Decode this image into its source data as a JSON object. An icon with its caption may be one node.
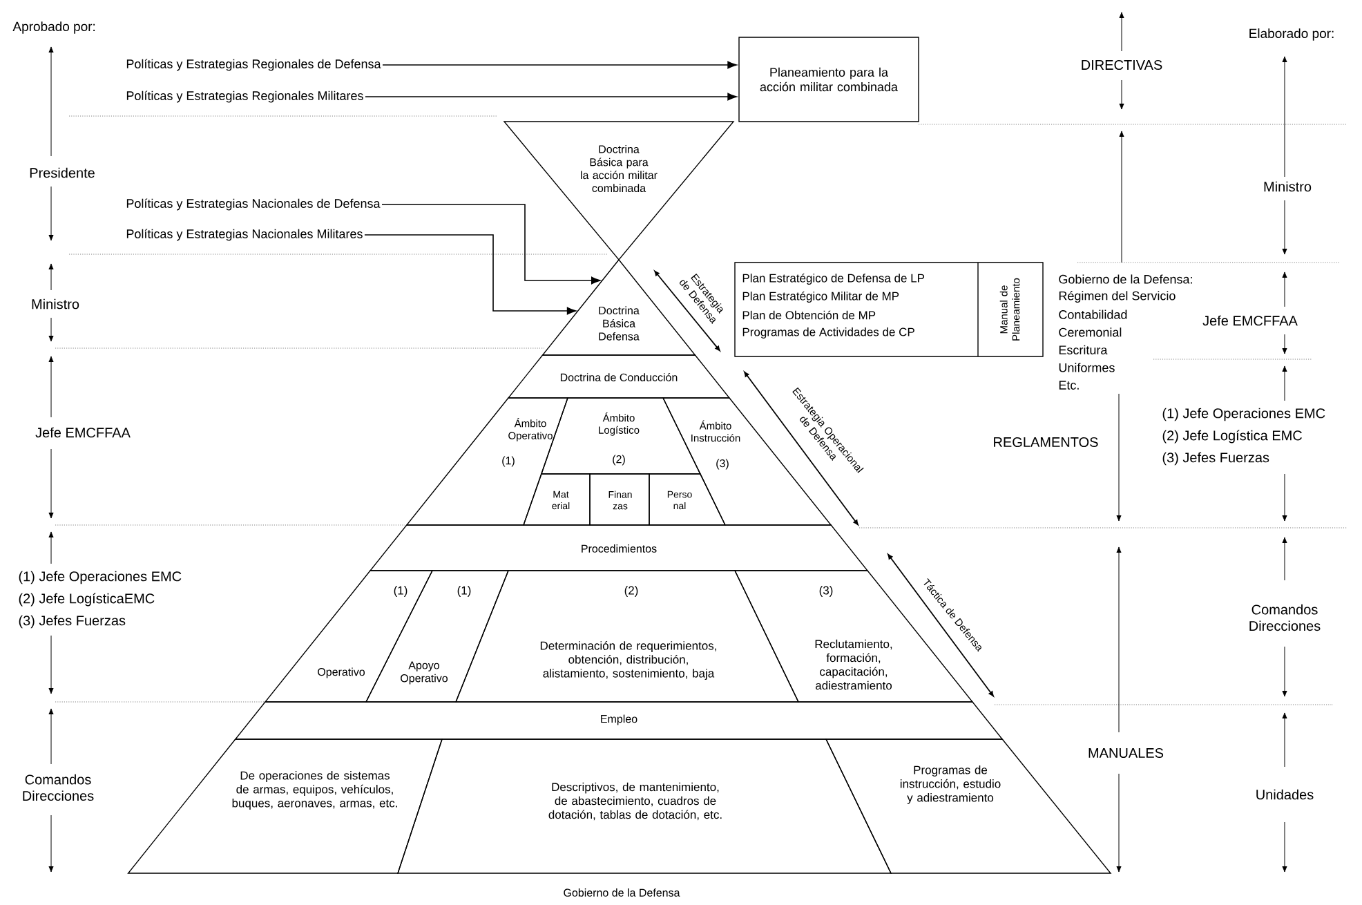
{
  "diagram": {
    "nodes": [
      {
        "text": [
          "Políticas y Estrategias Regionales de Defensa"
        ]
      },
      {
        "text": [
          "Políticas y Estrategias Regionales Militares"
        ]
      },
      {
        "text": [
          "Planeamiento para la acción militar combinada"
        ]
      },
      {
        "text": [
          "Doctrina Básica para la acción militar combinada"
        ]
      },
      {
        "text": [
          "Políticas y Estrategias Nacionales de Defensa"
        ]
      },
      {
        "text": [
          "Políticas y Estrategias Nacionales Militares"
        ]
      },
      {
        "text": [
          "Doctrina Básica Defensa"
        ]
      },
      {
        "text": [
          "Plan Estratégico de Defensa de LP",
          "Plan Estratégico Militar de MP",
          "Plan de Obtención de MP",
          "Programas de Actividades de CP"
        ]
      },
      {
        "text": [
          "Manual de Planeamiento"
        ],
        "in": 7
      },
      {
        "text": [
          "Doctrina de Conducción"
        ]
      },
      {
        "text": [
          "Ámbito Operativo",
          "(1)"
        ]
      },
      {
        "text": [
          "Ámbito Logístico",
          "(2)"
        ]
      },
      {
        "text": [
          "Ámbito Instrucción",
          "(3)"
        ]
      },
      {
        "text": [
          "Mat erial"
        ]
      },
      {
        "text": [
          "Finan zas"
        ]
      },
      {
        "text": [
          "Perso nal"
        ]
      },
      {
        "text": [
          "Procedimientos"
        ]
      },
      {
        "text": [
          "(1)",
          "Operativo"
        ]
      },
      {
        "text": [
          "(1)",
          "Apoyo Operativo"
        ]
      },
      {
        "text": [
          "(2)",
          "Determinación de requerimientos, obtención, distribución, alistamiento, sostenimiento, baja"
        ]
      },
      {
        "text": [
          "(3)",
          "Reclutamiento, formación, capacitación, adiestramiento"
        ]
      },
      {
        "text": [
          "Empleo"
        ]
      },
      {
        "text": [
          "De operaciones de sistemas de armas, equipos, vehículos, buques, aeronaves, armas, etc."
        ]
      },
      {
        "text": [
          "Descriptivos, de mantenimiento, de abastecimiento, cuadros de dotación, tablas de dotación, etc."
        ]
      },
      {
        "text": [
          "Programas de instrucción, estudio y adiestramiento"
        ]
      }
    ],
    "edges": [
      {
        "from": 0,
        "to": 2,
        "arrow": "to"
      },
      {
        "from": 1,
        "to": 2,
        "arrow": "to"
      },
      {
        "from": 4,
        "to": 6,
        "arrow": "to"
      },
      {
        "from": 5,
        "to": 6,
        "arrow": "to"
      }
    ],
    "labels": [
      "Aprobado por:",
      "Elaborado por:",
      "DIRECTIVAS",
      "Presidente",
      "Ministro",
      "Ministro",
      "Estrategia de Defensa",
      "Gobierno de la Defensa:",
      "Régimen del Servicio",
      "Contabilidad",
      "Ceremonial",
      "Escritura",
      "Uniformes",
      "Etc.",
      "Jefe EMCFFAA",
      "Jefe EMCFFAA",
      "Estrategia Operacional de Defensa",
      "REGLAMENTOS",
      "(1) Jefe Operaciones EMC",
      "(2) Jefe Logística EMC",
      "(3) Jefes Fuerzas",
      "(1) Jefe Operaciones EMC",
      "(2) Jefe LogísticaEMC",
      "(3) Jefes Fuerzas",
      "Táctica de Defensa",
      "Comandos Direcciones",
      "MANUALES",
      "Comandos Direcciones",
      "Unidades",
      "Gobierno de la Defensa"
    ]
  }
}
